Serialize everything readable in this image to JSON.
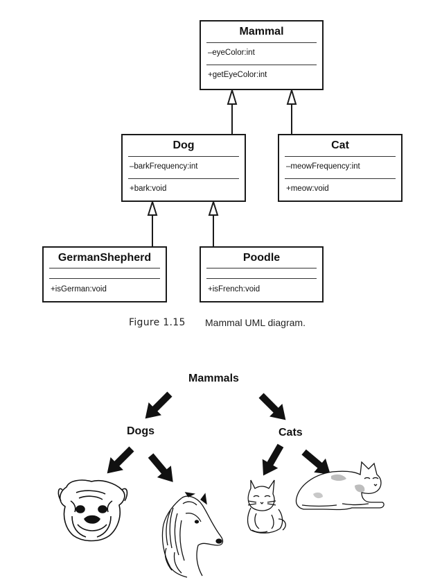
{
  "uml": {
    "mammal": {
      "name": "Mammal",
      "attribute": "–eyeColor:int",
      "operation": "+getEyeColor:int"
    },
    "dog": {
      "name": "Dog",
      "attribute": "–barkFrequency:int",
      "operation": "+bark:void"
    },
    "cat": {
      "name": "Cat",
      "attribute": "–meowFrequency:int",
      "operation": "+meow:void"
    },
    "german_shepherd": {
      "name": "GermanShepherd",
      "attribute": "",
      "operation": "+isGerman:void"
    },
    "poodle": {
      "name": "Poodle",
      "attribute": "",
      "operation": "+isFrench:void"
    }
  },
  "caption": {
    "figure_number": "Figure 1.15",
    "text": "Mammal UML diagram."
  },
  "tree": {
    "root": "Mammals",
    "dogs": "Dogs",
    "cats": "Cats",
    "icons": [
      "arrow-icon",
      "pug-illustration",
      "collie-illustration",
      "sitting-cat-illustration",
      "lying-cat-illustration"
    ]
  }
}
